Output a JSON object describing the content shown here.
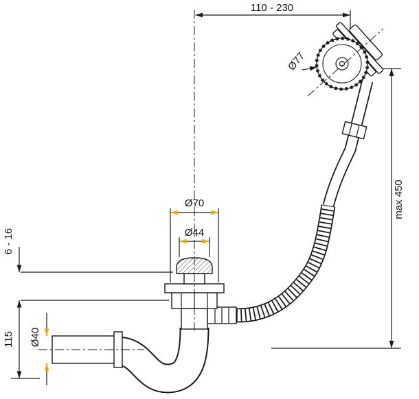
{
  "drawing": {
    "type": "technical-dimension-drawing",
    "dimensions": {
      "top_width": "110 - 230",
      "knob_diameter": "Ø77",
      "overflow_length": "max 450",
      "flange_diameter": "Ø70",
      "plug_diameter": "Ø44",
      "panel_thickness": "6 - 16",
      "outlet_height": "115",
      "pipe_diameter": "Ø40"
    },
    "colors": {
      "line": "#1a1a1a",
      "accent_arrow": "#f2a900",
      "background": "#ffffff"
    }
  }
}
